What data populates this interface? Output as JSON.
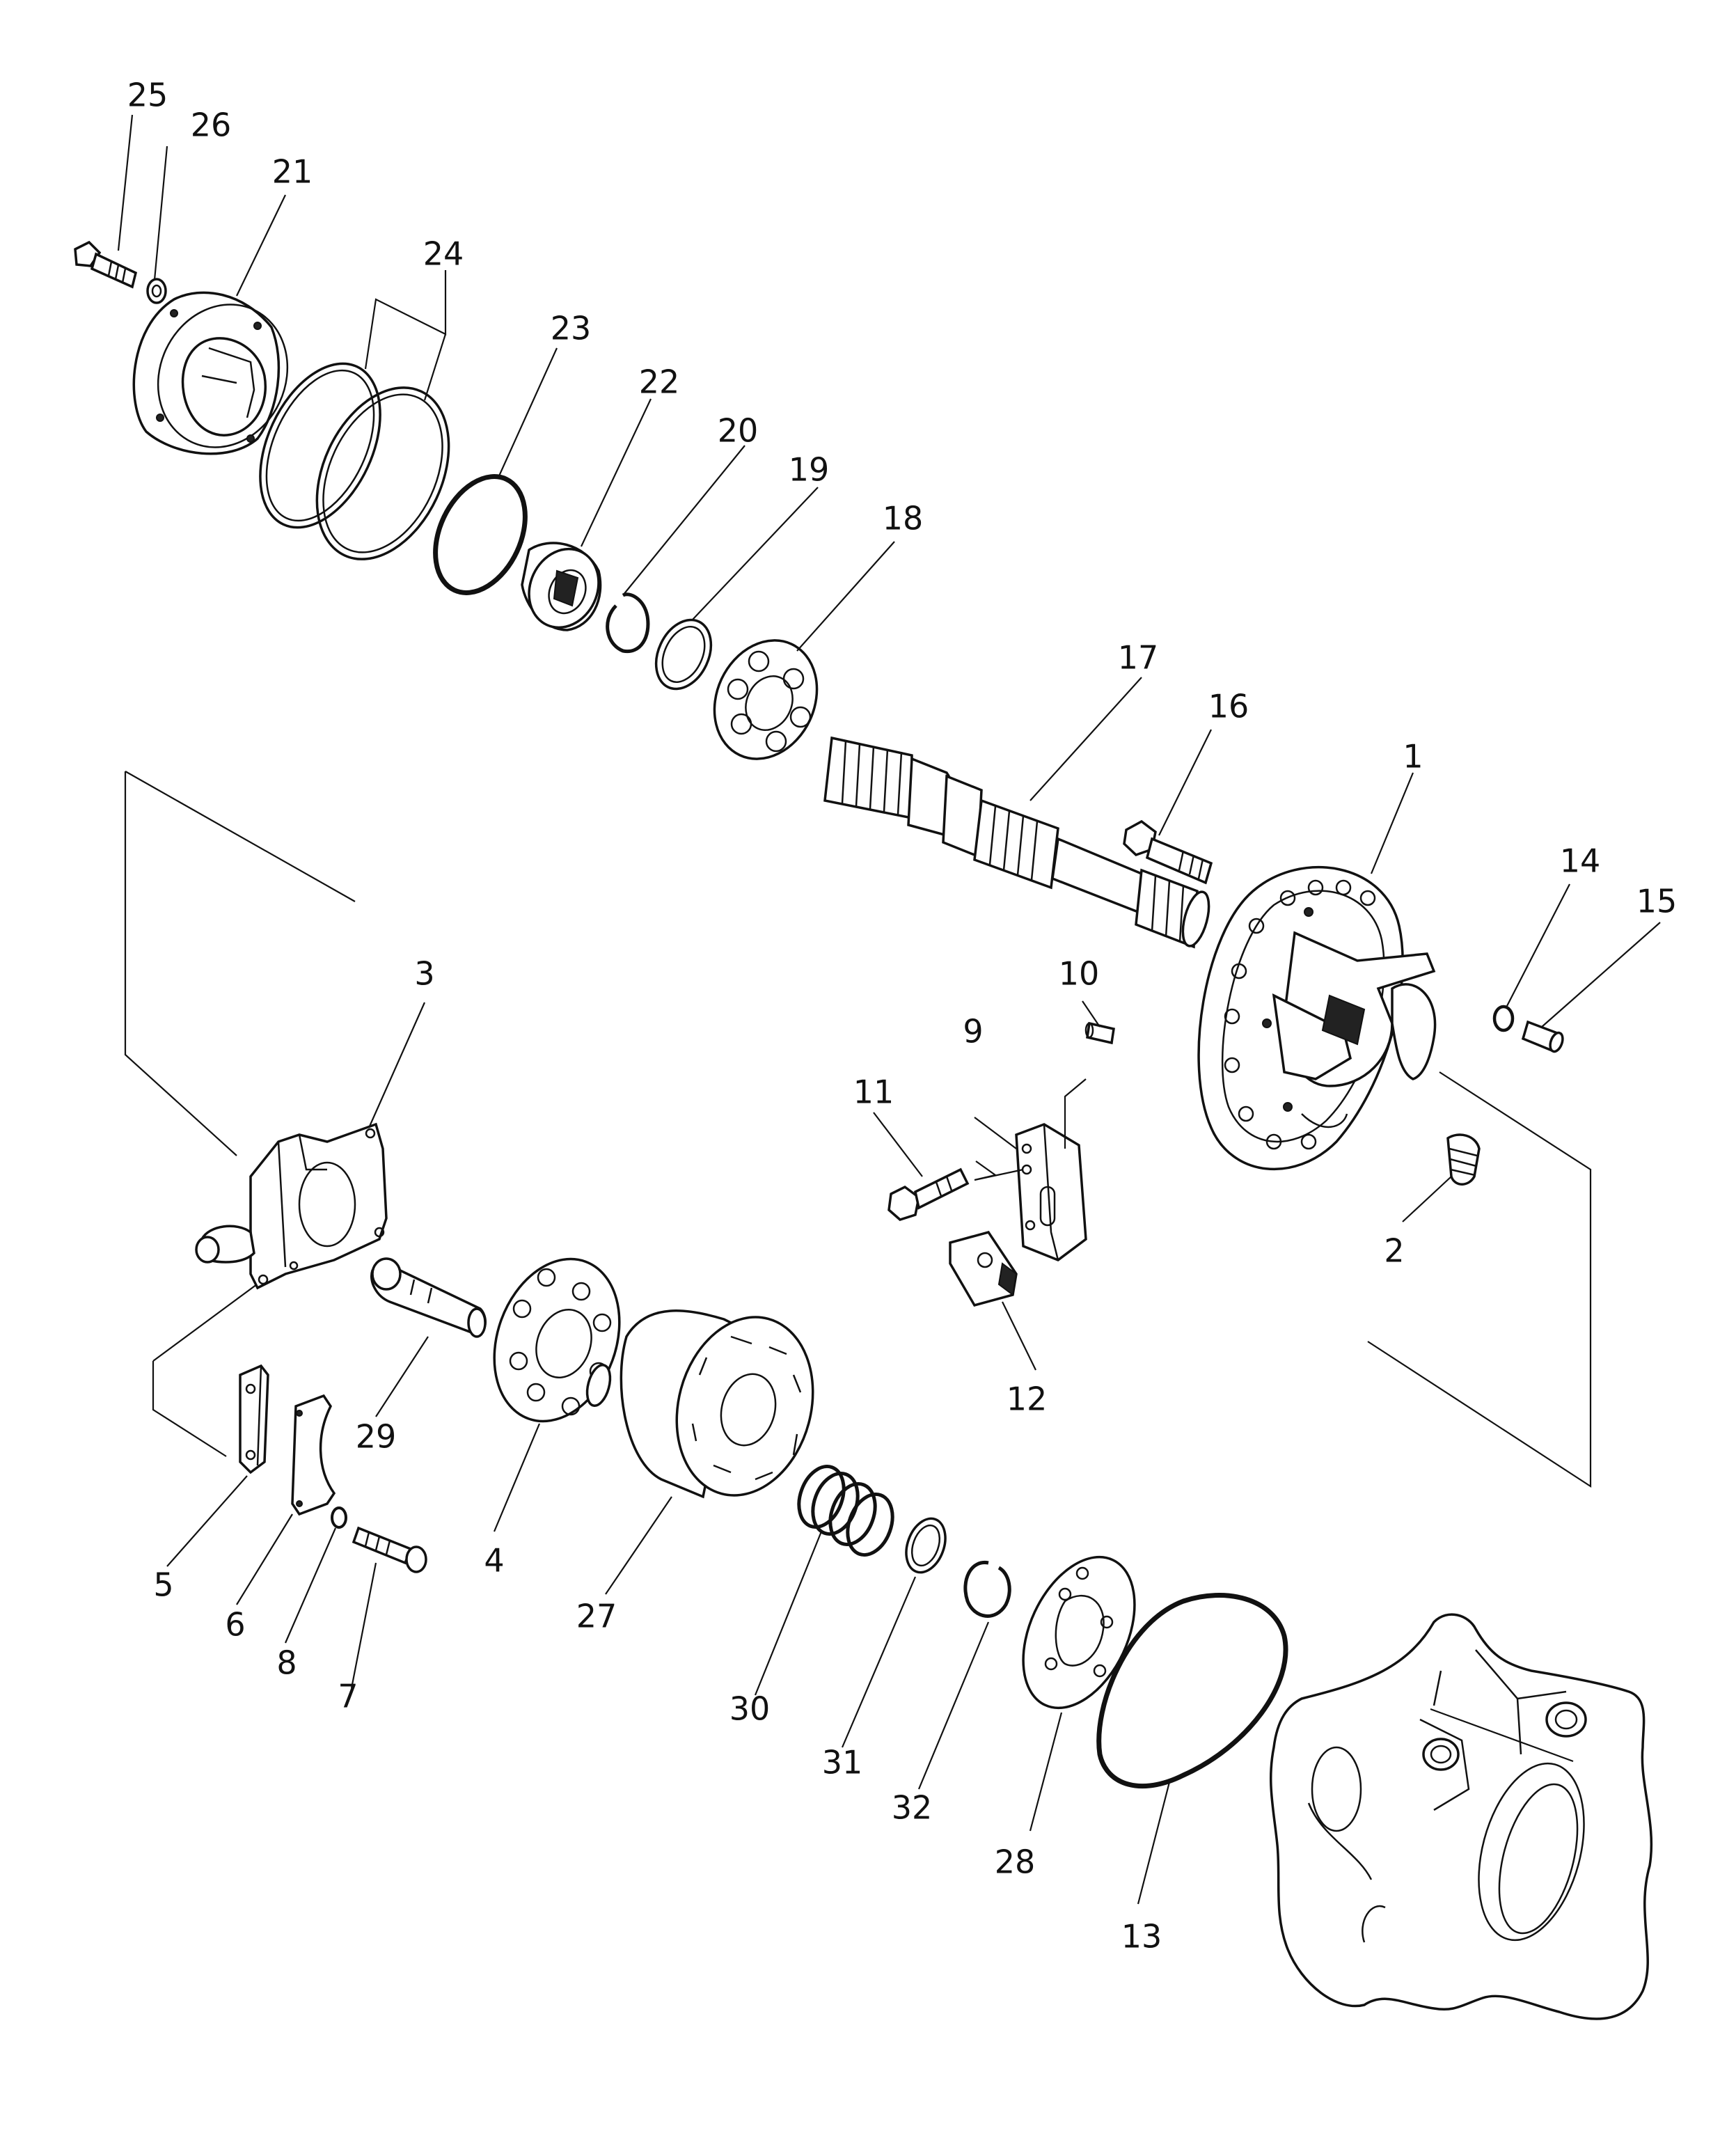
{
  "diagram": {
    "callouts": [
      "1",
      "2",
      "3",
      "4",
      "5",
      "6",
      "7",
      "8",
      "9",
      "10",
      "11",
      "12",
      "13",
      "14",
      "15",
      "16",
      "17",
      "18",
      "19",
      "20",
      "21",
      "22",
      "23",
      "24",
      "25",
      "26",
      "27",
      "28",
      "29",
      "30",
      "31",
      "32"
    ]
  },
  "icons": [
    "exploded-parts-drawing"
  ]
}
